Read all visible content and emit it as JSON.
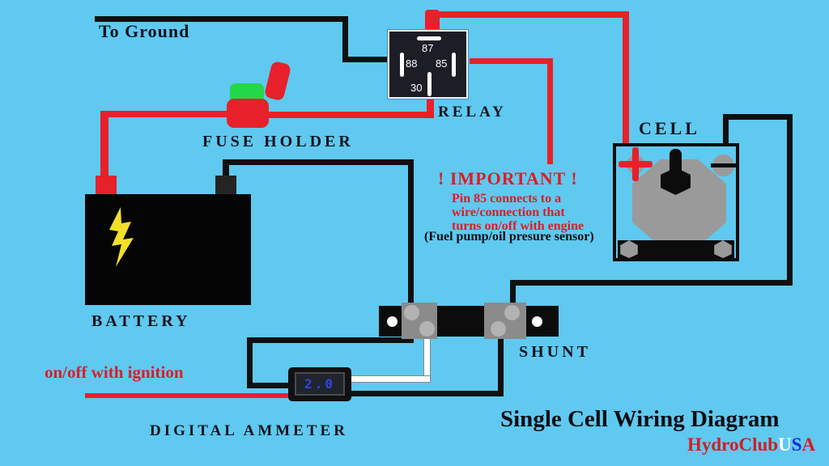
{
  "colors": {
    "background": "#5fc9f0",
    "wire_black": "#101010",
    "wire_red": "#e8202a",
    "wire_white": "#ffffff",
    "green": "#22d84a",
    "yellow": "#f2df2a",
    "gray": "#9a9a9a",
    "text_dark": "#14141f",
    "text_red": "#e01b24",
    "digit_blue": "#2f45e8"
  },
  "labels": {
    "to_ground": "To Ground",
    "fuse_holder": "FUSE HOLDER",
    "battery": "BATTERY",
    "cell": "CELL",
    "shunt": "SHUNT",
    "ignition": "on/off with ignition"
  },
  "relay": {
    "label": "RELAY",
    "pin_top": "87",
    "pin_left": "88",
    "pin_right": "85",
    "pin_bottom": "30"
  },
  "important": {
    "title": "! IMPORTANT !",
    "line1": "Pin 85 connects to a",
    "line2": "wire/connection that",
    "line3": "turns on/off with engine",
    "line4": "(Fuel pump/oil presure sensor)"
  },
  "ammeter": {
    "reading": "2.0",
    "label": "DIGITAL AMMETER"
  },
  "footer": {
    "title": "Single Cell Wiring Diagram",
    "brand_hydroclub": "HydroClub",
    "brand_u": "U",
    "brand_s": "S",
    "brand_a": "A"
  }
}
